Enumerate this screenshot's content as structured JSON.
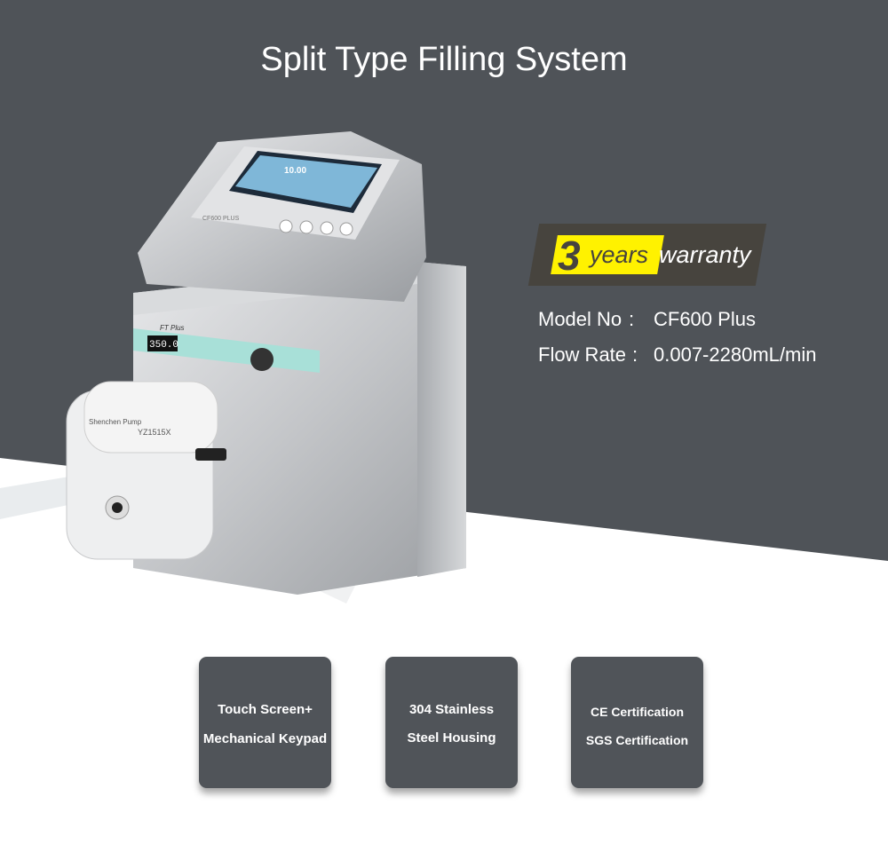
{
  "colors": {
    "background_dark": "#4f5358",
    "badge_dark": "#47443e",
    "badge_yellow": "#fff200",
    "card": "#505459"
  },
  "title": "Split Type Filling System",
  "warranty": {
    "number": "3",
    "years": "years",
    "warranty": "warranty"
  },
  "specs": [
    {
      "label": "Model No",
      "value": "CF600 Plus"
    },
    {
      "label": "Flow Rate",
      "value": "0.007-2280mL/min"
    }
  ],
  "product": {
    "screen_value": "10.00",
    "controller_label": "CF600 PLUS",
    "drive_label": "FT Plus",
    "drive_display": "350.0",
    "pump_brand": "Shenchen Pump",
    "pump_head": "YZ1515X"
  },
  "features": [
    {
      "line1": "Touch Screen+",
      "line2": "Mechanical Keypad"
    },
    {
      "line1": "304 Stainless",
      "line2": "Steel Housing"
    },
    {
      "line1": "CE Certification",
      "line2": "SGS Certification"
    }
  ]
}
